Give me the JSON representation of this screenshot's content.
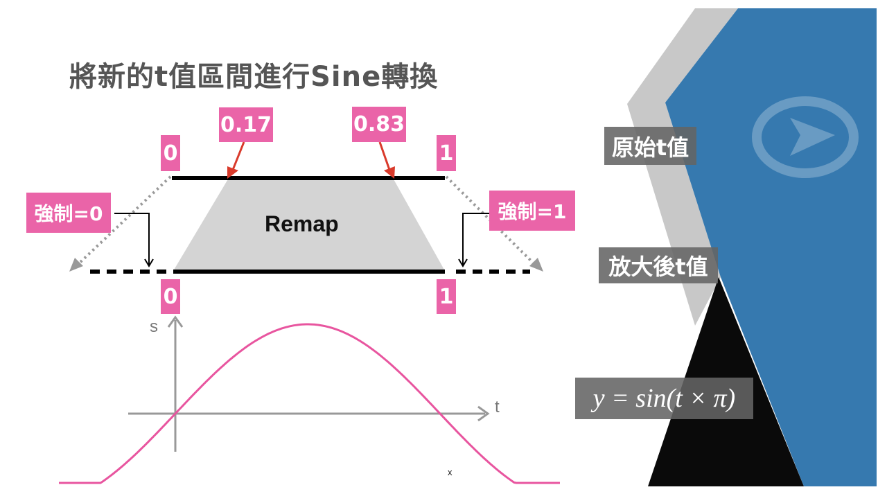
{
  "title": "將新的t值區間進行Sine轉換",
  "remap_diagram": {
    "top_start": "0",
    "top_end": "1",
    "marker_low": "0.17",
    "marker_high": "0.83",
    "center_label": "Remap",
    "bottom_start": "0",
    "bottom_end": "1",
    "clamp_low": "強制=0",
    "clamp_high": "強制=1"
  },
  "sine_plot": {
    "y_axis_label": "s",
    "x_axis_label": "t",
    "stray_label": "x"
  },
  "side_panel": {
    "label_original": "原始t值",
    "label_scaled": "放大後t值",
    "formula": "y = sin(t × π)"
  },
  "colors": {
    "accent_pink": "#EA64A8",
    "panel_blue": "#3679AF",
    "arrow_red": "#D93A2B"
  }
}
